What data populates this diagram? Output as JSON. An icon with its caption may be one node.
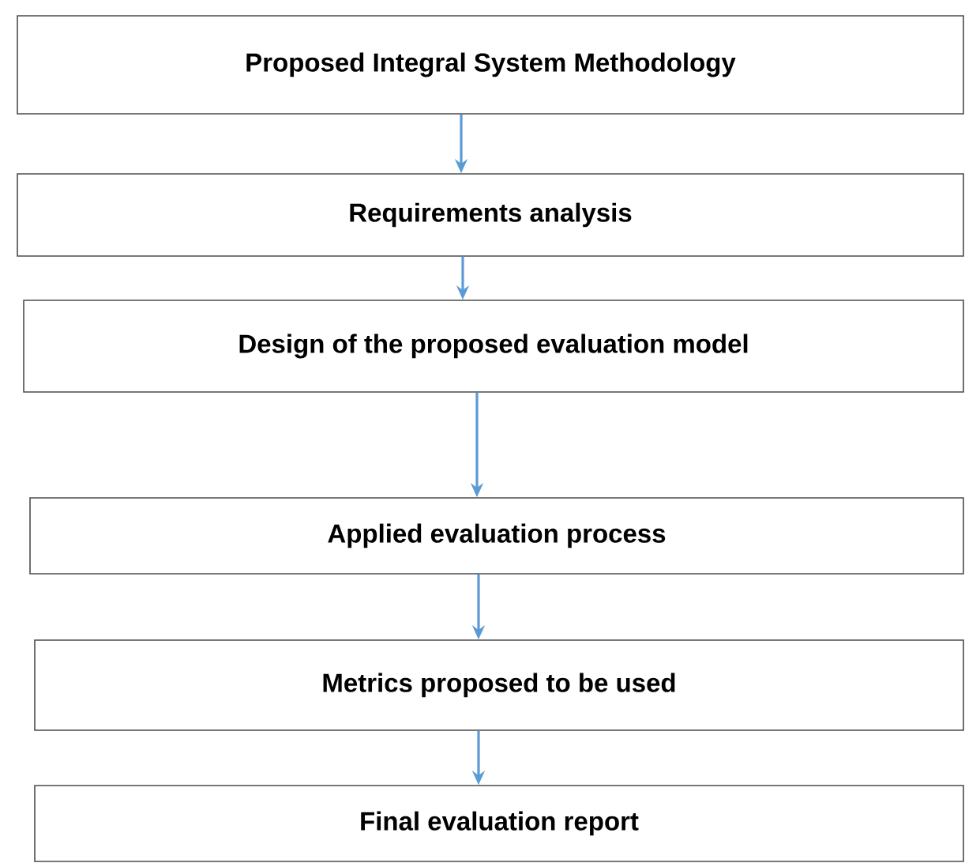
{
  "diagram": {
    "nodes": [
      {
        "text": [
          "Proposed Integral System Methodology"
        ]
      },
      {
        "text": [
          "Requirements analysis"
        ]
      },
      {
        "text": [
          "Design of the proposed evaluation model"
        ]
      },
      {
        "text": [
          "Applied evaluation process"
        ]
      },
      {
        "text": [
          "Metrics proposed to be used"
        ]
      },
      {
        "text": [
          "Final evaluation report"
        ]
      }
    ],
    "edges": [
      {
        "from": 0,
        "to": 1,
        "arrow": "to",
        "color": "#5b9bd5"
      },
      {
        "from": 1,
        "to": 2,
        "arrow": "to",
        "color": "#5b9bd5"
      },
      {
        "from": 2,
        "to": 3,
        "arrow": "to",
        "color": "#5b9bd5"
      },
      {
        "from": 3,
        "to": 4,
        "arrow": "to",
        "color": "#5b9bd5"
      },
      {
        "from": 4,
        "to": 5,
        "arrow": "to",
        "color": "#5b9bd5"
      }
    ]
  }
}
